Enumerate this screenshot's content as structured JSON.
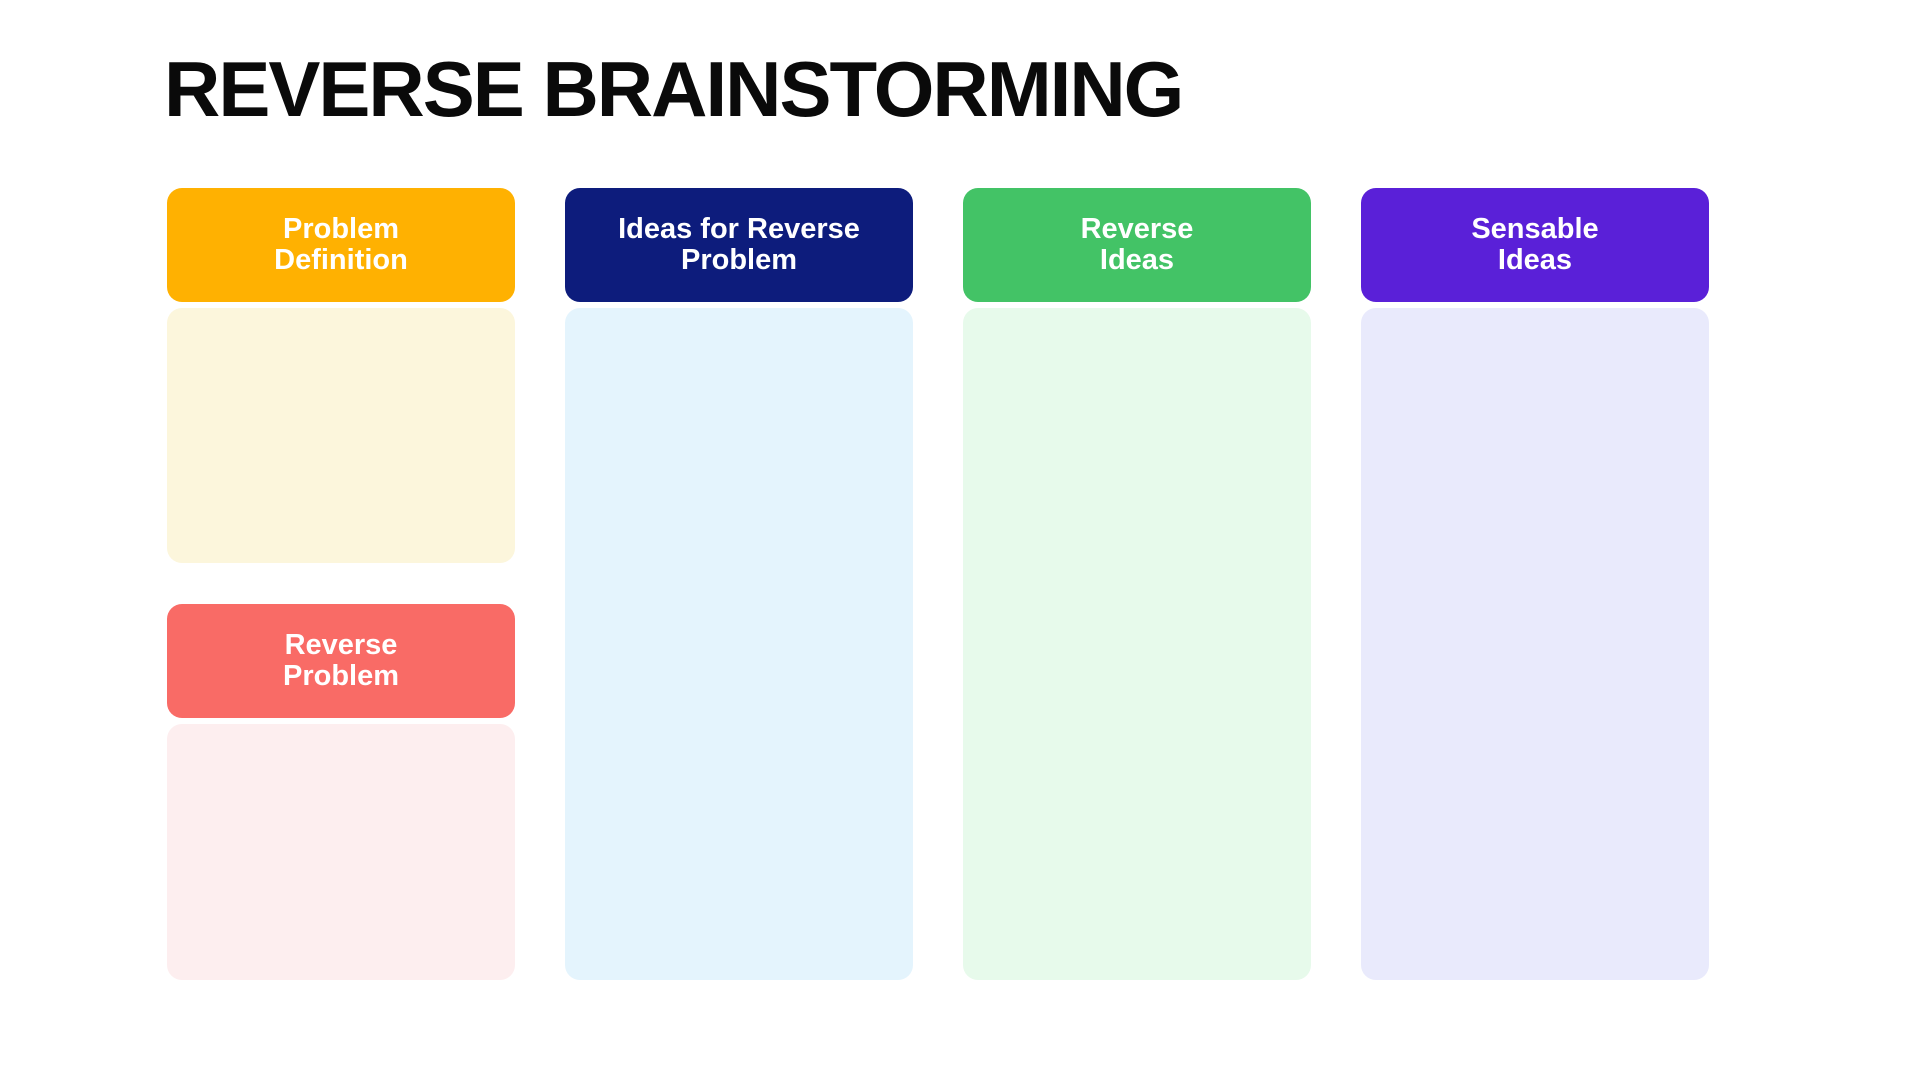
{
  "title": "REVERSE BRAINSTORMING",
  "board": {
    "columns": [
      {
        "sections": [
          {
            "label": "Problem Definition",
            "lines": [
              "Problem",
              "Definition"
            ],
            "header_color": "#FFB101",
            "body_color": "#FCF6DC"
          },
          {
            "label": "Reverse Problem",
            "lines": [
              "Reverse",
              "Problem"
            ],
            "header_color": "#F96B66",
            "body_color": "#FDEEEF"
          }
        ]
      },
      {
        "sections": [
          {
            "label": "Ideas for Reverse Problem",
            "lines": [
              "Ideas for Reverse",
              "Problem"
            ],
            "header_color": "#0D1C7C",
            "body_color": "#E4F4FD"
          }
        ]
      },
      {
        "sections": [
          {
            "label": "Reverse Ideas",
            "lines": [
              "Reverse",
              "Ideas"
            ],
            "header_color": "#43C366",
            "body_color": "#E7FAEB"
          }
        ]
      },
      {
        "sections": [
          {
            "label": "Sensable Ideas",
            "lines": [
              "Sensable",
              "Ideas"
            ],
            "header_color": "#5A20D8",
            "body_color": "#E9EAFC"
          }
        ]
      }
    ]
  }
}
